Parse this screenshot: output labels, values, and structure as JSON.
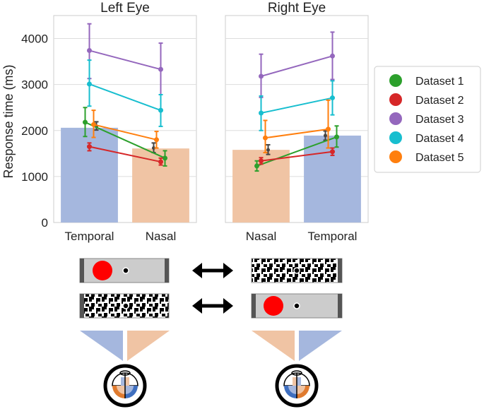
{
  "chart_data": {
    "type": "bar",
    "ylabel": "Response time (ms)",
    "ylim": [
      0,
      4500
    ],
    "yticks": [
      0,
      1000,
      2000,
      3000,
      4000
    ],
    "grid": true,
    "legend_placement": "right",
    "panels": [
      {
        "title": "Left Eye",
        "categories": [
          "Temporal",
          "Nasal"
        ],
        "bars": [
          {
            "category": "Temporal",
            "value": 2060,
            "color": "#a5b7de"
          },
          {
            "category": "Nasal",
            "value": 1610,
            "color": "#f0c4a4"
          }
        ],
        "mean_points": [
          {
            "value": 2090,
            "err": [
              2010,
              2190
            ]
          },
          {
            "value": 1620,
            "err": [
              1520,
              1730
            ]
          }
        ],
        "series": [
          {
            "name": "Dataset 1",
            "color": "#2ca02c",
            "values": [
              2180,
              1400
            ],
            "err_low": [
              1870,
              1230
            ],
            "err_high": [
              2500,
              1560
            ]
          },
          {
            "name": "Dataset 2",
            "color": "#d62728",
            "values": [
              1650,
              1320
            ],
            "err_low": [
              1560,
              1250
            ],
            "err_high": [
              1730,
              1400
            ]
          },
          {
            "name": "Dataset 3",
            "color": "#9467bd",
            "values": [
              3740,
              3330
            ],
            "err_low": [
              3130,
              2780
            ],
            "err_high": [
              4320,
              3900
            ]
          },
          {
            "name": "Dataset 4",
            "color": "#17becf",
            "values": [
              3010,
              2440
            ],
            "err_low": [
              2530,
              2090
            ],
            "err_high": [
              3530,
              2780
            ]
          },
          {
            "name": "Dataset 5",
            "color": "#ff7f0e",
            "values": [
              2130,
              1800
            ],
            "err_low": [
              1850,
              1620
            ],
            "err_high": [
              2440,
              1980
            ]
          }
        ]
      },
      {
        "title": "Right Eye",
        "categories": [
          "Nasal",
          "Temporal"
        ],
        "bars": [
          {
            "category": "Nasal",
            "value": 1580,
            "color": "#f0c4a4"
          },
          {
            "category": "Temporal",
            "value": 1890,
            "color": "#a5b7de"
          }
        ],
        "mean_points": [
          {
            "value": 1580,
            "err": [
              1480,
              1690
            ]
          },
          {
            "value": 1890,
            "err": [
              1790,
              1990
            ]
          }
        ],
        "series": [
          {
            "name": "Dataset 1",
            "color": "#2ca02c",
            "values": [
              1230,
              1860
            ],
            "err_low": [
              1120,
              1640
            ],
            "err_high": [
              1340,
              2100
            ]
          },
          {
            "name": "Dataset 2",
            "color": "#d62728",
            "values": [
              1340,
              1540
            ],
            "err_low": [
              1270,
              1460
            ],
            "err_high": [
              1410,
              1620
            ]
          },
          {
            "name": "Dataset 3",
            "color": "#9467bd",
            "values": [
              3180,
              3620
            ],
            "err_low": [
              2720,
              3110
            ],
            "err_high": [
              3660,
              4140
            ]
          },
          {
            "name": "Dataset 4",
            "color": "#17becf",
            "values": [
              2380,
              2710
            ],
            "err_low": [
              2000,
              2340
            ],
            "err_high": [
              2750,
              3080
            ]
          },
          {
            "name": "Dataset 5",
            "color": "#ff7f0e",
            "values": [
              1840,
              2030
            ],
            "err_low": [
              1520,
              1620
            ],
            "err_high": [
              2220,
              2660
            ]
          }
        ]
      }
    ],
    "legend": [
      {
        "name": "Dataset 1",
        "color": "#2ca02c"
      },
      {
        "name": "Dataset 2",
        "color": "#d62728"
      },
      {
        "name": "Dataset 3",
        "color": "#9467bd"
      },
      {
        "name": "Dataset 4",
        "color": "#17becf"
      },
      {
        "name": "Dataset 5",
        "color": "#ff7f0e"
      }
    ]
  },
  "colors": {
    "temporal": "#a5b7de",
    "nasal": "#f0c4a4",
    "stimulus_dot": "#ff0000",
    "panel_grey": "#cccccc"
  },
  "schematic": {
    "rows": [
      {
        "left": "dot-stimulus",
        "right": "noise-stimulus",
        "arrow": "bidirectional-arrow"
      },
      {
        "left": "noise-stimulus",
        "right": "dot-stimulus",
        "arrow": "bidirectional-arrow"
      }
    ],
    "fields": [
      "Left Eye",
      "Right Eye"
    ]
  }
}
